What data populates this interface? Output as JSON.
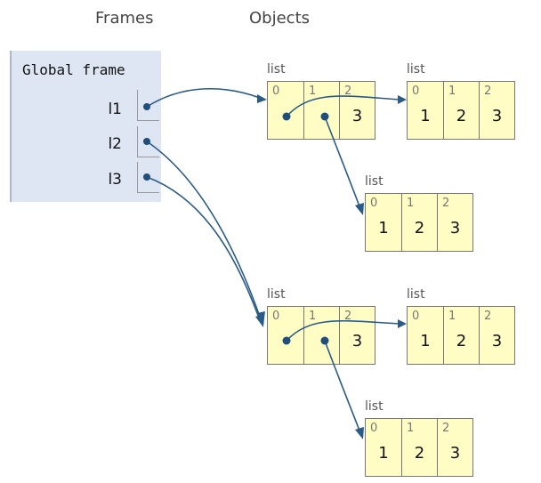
{
  "headings": {
    "frames": "Frames",
    "objects": "Objects"
  },
  "global_frame": {
    "title": "Global frame",
    "variables": [
      {
        "name": "l1"
      },
      {
        "name": "l2"
      },
      {
        "name": "l3"
      }
    ]
  },
  "objects": [
    {
      "label": "list",
      "cells": [
        {
          "index": "0",
          "value": ""
        },
        {
          "index": "1",
          "value": ""
        },
        {
          "index": "2",
          "value": "3"
        }
      ]
    },
    {
      "label": "list",
      "cells": [
        {
          "index": "0",
          "value": "1"
        },
        {
          "index": "1",
          "value": "2"
        },
        {
          "index": "2",
          "value": "3"
        }
      ]
    },
    {
      "label": "list",
      "cells": [
        {
          "index": "0",
          "value": "1"
        },
        {
          "index": "1",
          "value": "2"
        },
        {
          "index": "2",
          "value": "3"
        }
      ]
    },
    {
      "label": "list",
      "cells": [
        {
          "index": "0",
          "value": ""
        },
        {
          "index": "1",
          "value": ""
        },
        {
          "index": "2",
          "value": "3"
        }
      ]
    },
    {
      "label": "list",
      "cells": [
        {
          "index": "0",
          "value": "1"
        },
        {
          "index": "1",
          "value": "2"
        },
        {
          "index": "2",
          "value": "3"
        }
      ]
    },
    {
      "label": "list",
      "cells": [
        {
          "index": "0",
          "value": "1"
        },
        {
          "index": "1",
          "value": "2"
        },
        {
          "index": "2",
          "value": "3"
        }
      ]
    }
  ],
  "colors": {
    "frame_background": "#dde6f2",
    "list_cell_background": "#fffdc4",
    "arrow": "#2a5b86"
  }
}
